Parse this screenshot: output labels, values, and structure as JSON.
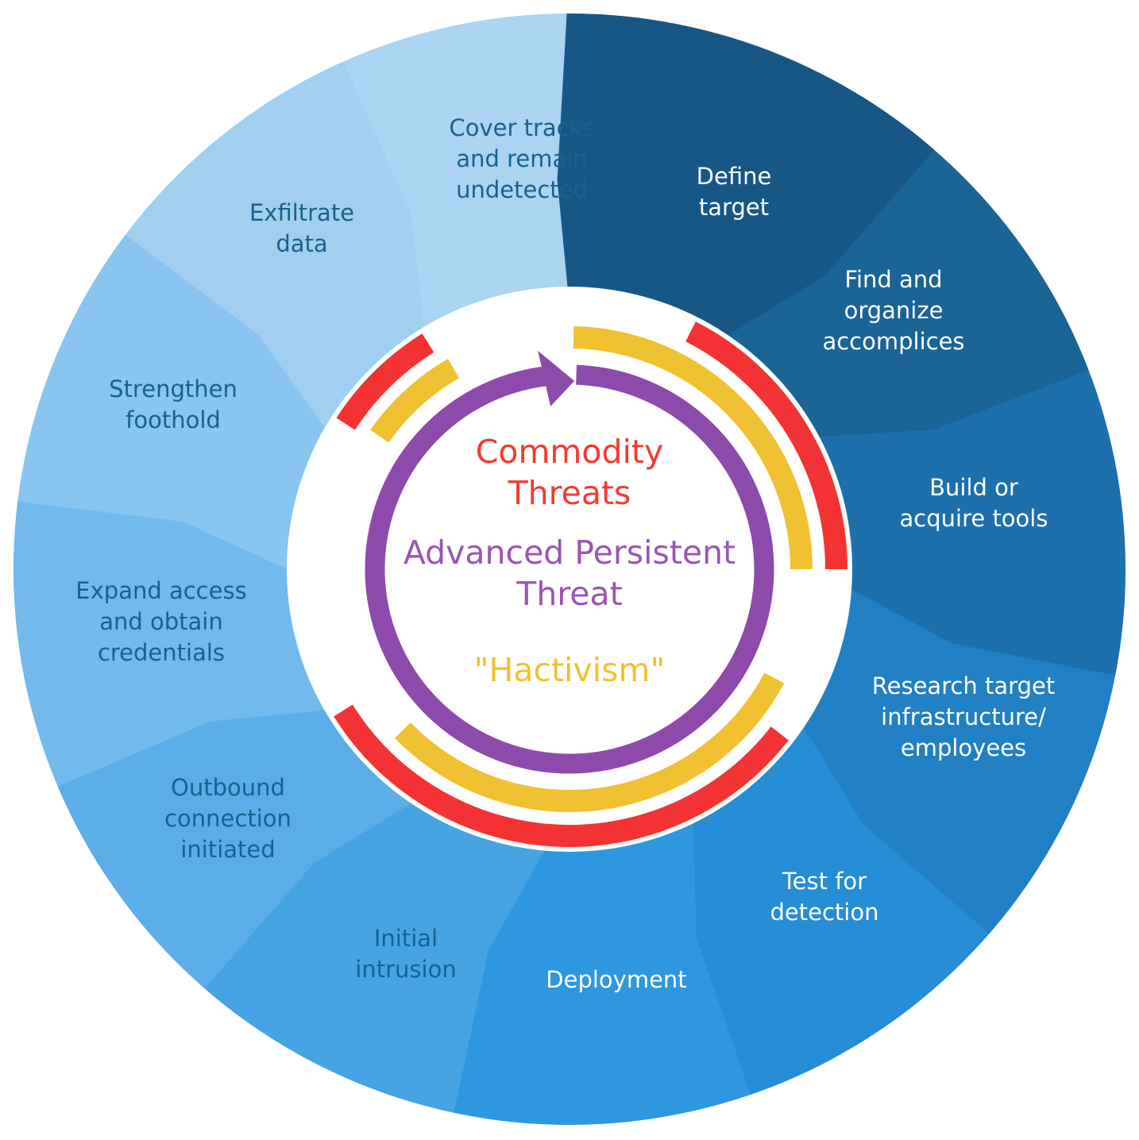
{
  "diagram": {
    "title": "Cyber attack lifecycle",
    "steps": [
      {
        "id": "define-target",
        "lines": [
          "Define",
          "target"
        ],
        "fill": "#175786",
        "text_color": "#ffffff"
      },
      {
        "id": "find-accomplices",
        "lines": [
          "Find and",
          "organize",
          "accomplices"
        ],
        "fill": "#1a6496",
        "text_color": "#ffffff"
      },
      {
        "id": "build-tools",
        "lines": [
          "Build or",
          "acquire tools"
        ],
        "fill": "#1d70ab",
        "text_color": "#ffffff"
      },
      {
        "id": "research-target",
        "lines": [
          "Research target",
          "infrastructure/",
          "employees"
        ],
        "fill": "#2180c4",
        "text_color": "#ffffff"
      },
      {
        "id": "test-detection",
        "lines": [
          "Test for",
          "detection"
        ],
        "fill": "#258dd6",
        "text_color": "#ffffff"
      },
      {
        "id": "deployment",
        "lines": [
          "Deployment"
        ],
        "fill": "#2d98e0",
        "text_color": "#ffffff"
      },
      {
        "id": "initial-intrusion",
        "lines": [
          "Initial",
          "intrusion"
        ],
        "fill": "#46a4e3",
        "text_color": "#17628f"
      },
      {
        "id": "outbound-connection",
        "lines": [
          "Outbound",
          "connection",
          "initiated"
        ],
        "fill": "#5badE7",
        "text_color": "#17628f"
      },
      {
        "id": "expand-access",
        "lines": [
          "Expand access",
          "and obtain",
          "credentials"
        ],
        "fill": "#71baeb",
        "text_color": "#17628f"
      },
      {
        "id": "strengthen-foothold",
        "lines": [
          "Strengthen",
          "foothold"
        ],
        "fill": "#89c5ee",
        "text_color": "#17628f"
      },
      {
        "id": "exfiltrate-data",
        "lines": [
          "Exfiltrate",
          "data"
        ],
        "fill": "#a0cfef",
        "text_color": "#17628f"
      },
      {
        "id": "cover-tracks",
        "lines": [
          "Cover tracks",
          "and remain",
          "undetected"
        ],
        "fill": "#aad4f2",
        "text_color": "#17628f"
      }
    ],
    "center": {
      "commodity": {
        "lines": [
          "Commodity",
          "Threats"
        ],
        "color": "#f23a30"
      },
      "apt": {
        "lines": [
          "Advanced Persistent",
          "Threat"
        ],
        "color": "#9a55b4"
      },
      "hactivism": {
        "lines": [
          "\"Hactivism\""
        ],
        "color": "#eec22e"
      }
    },
    "arc_colors": {
      "commodity": "#f33333",
      "hactivism": "#f0c231",
      "apt": "#8e4aab"
    },
    "arcs": [
      {
        "series": "hactivism",
        "ring": "inner",
        "start_deg": 1,
        "end_deg": 90
      },
      {
        "series": "commodity",
        "ring": "outer",
        "start_deg": 27,
        "end_deg": 90
      },
      {
        "series": "hactivism",
        "ring": "inner",
        "start_deg": 118,
        "end_deg": 226
      },
      {
        "series": "commodity",
        "ring": "outer",
        "start_deg": 128,
        "end_deg": 238
      },
      {
        "series": "hactivism",
        "ring": "inner",
        "start_deg": 305,
        "end_deg": 330
      },
      {
        "series": "commodity",
        "ring": "outer",
        "start_deg": 303,
        "end_deg": 328
      }
    ],
    "apt_cycle": {
      "start_deg": 2,
      "end_deg": 356,
      "direction": "clockwise"
    }
  }
}
